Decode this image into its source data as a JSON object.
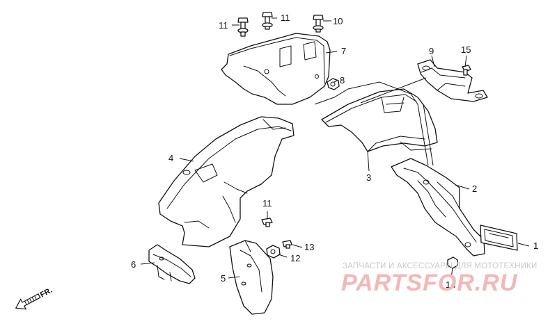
{
  "callouts": [
    {
      "id": "c1",
      "label": "1"
    },
    {
      "id": "c2",
      "label": "2"
    },
    {
      "id": "c3",
      "label": "3"
    },
    {
      "id": "c4",
      "label": "4"
    },
    {
      "id": "c5",
      "label": "5"
    },
    {
      "id": "c6",
      "label": "6"
    },
    {
      "id": "c7",
      "label": "7"
    },
    {
      "id": "c8",
      "label": "8"
    },
    {
      "id": "c9",
      "label": "9"
    },
    {
      "id": "c10",
      "label": "10"
    },
    {
      "id": "c11a",
      "label": "11"
    },
    {
      "id": "c11b",
      "label": "11"
    },
    {
      "id": "c11c",
      "label": "11"
    },
    {
      "id": "c12",
      "label": "12"
    },
    {
      "id": "c13",
      "label": "13"
    },
    {
      "id": "c14",
      "label": "14"
    },
    {
      "id": "c15",
      "label": "15"
    }
  ],
  "direction_marker": "FR.",
  "watermark": {
    "tagline": "ЗАПЧАСТИ И АКСЕССУАРЫ ДЛЯ МОТОТЕХНИКИ",
    "logo": "PARTSFOR.RU"
  }
}
